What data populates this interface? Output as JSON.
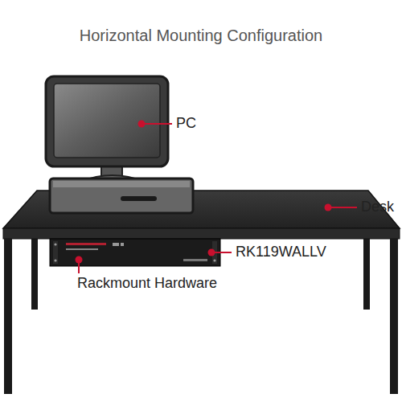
{
  "diagram": {
    "title": "Horizontal Mounting Configuration",
    "labels": [
      "PC",
      "Desk",
      "RK119WALLV",
      "Rackmount Hardware"
    ]
  }
}
